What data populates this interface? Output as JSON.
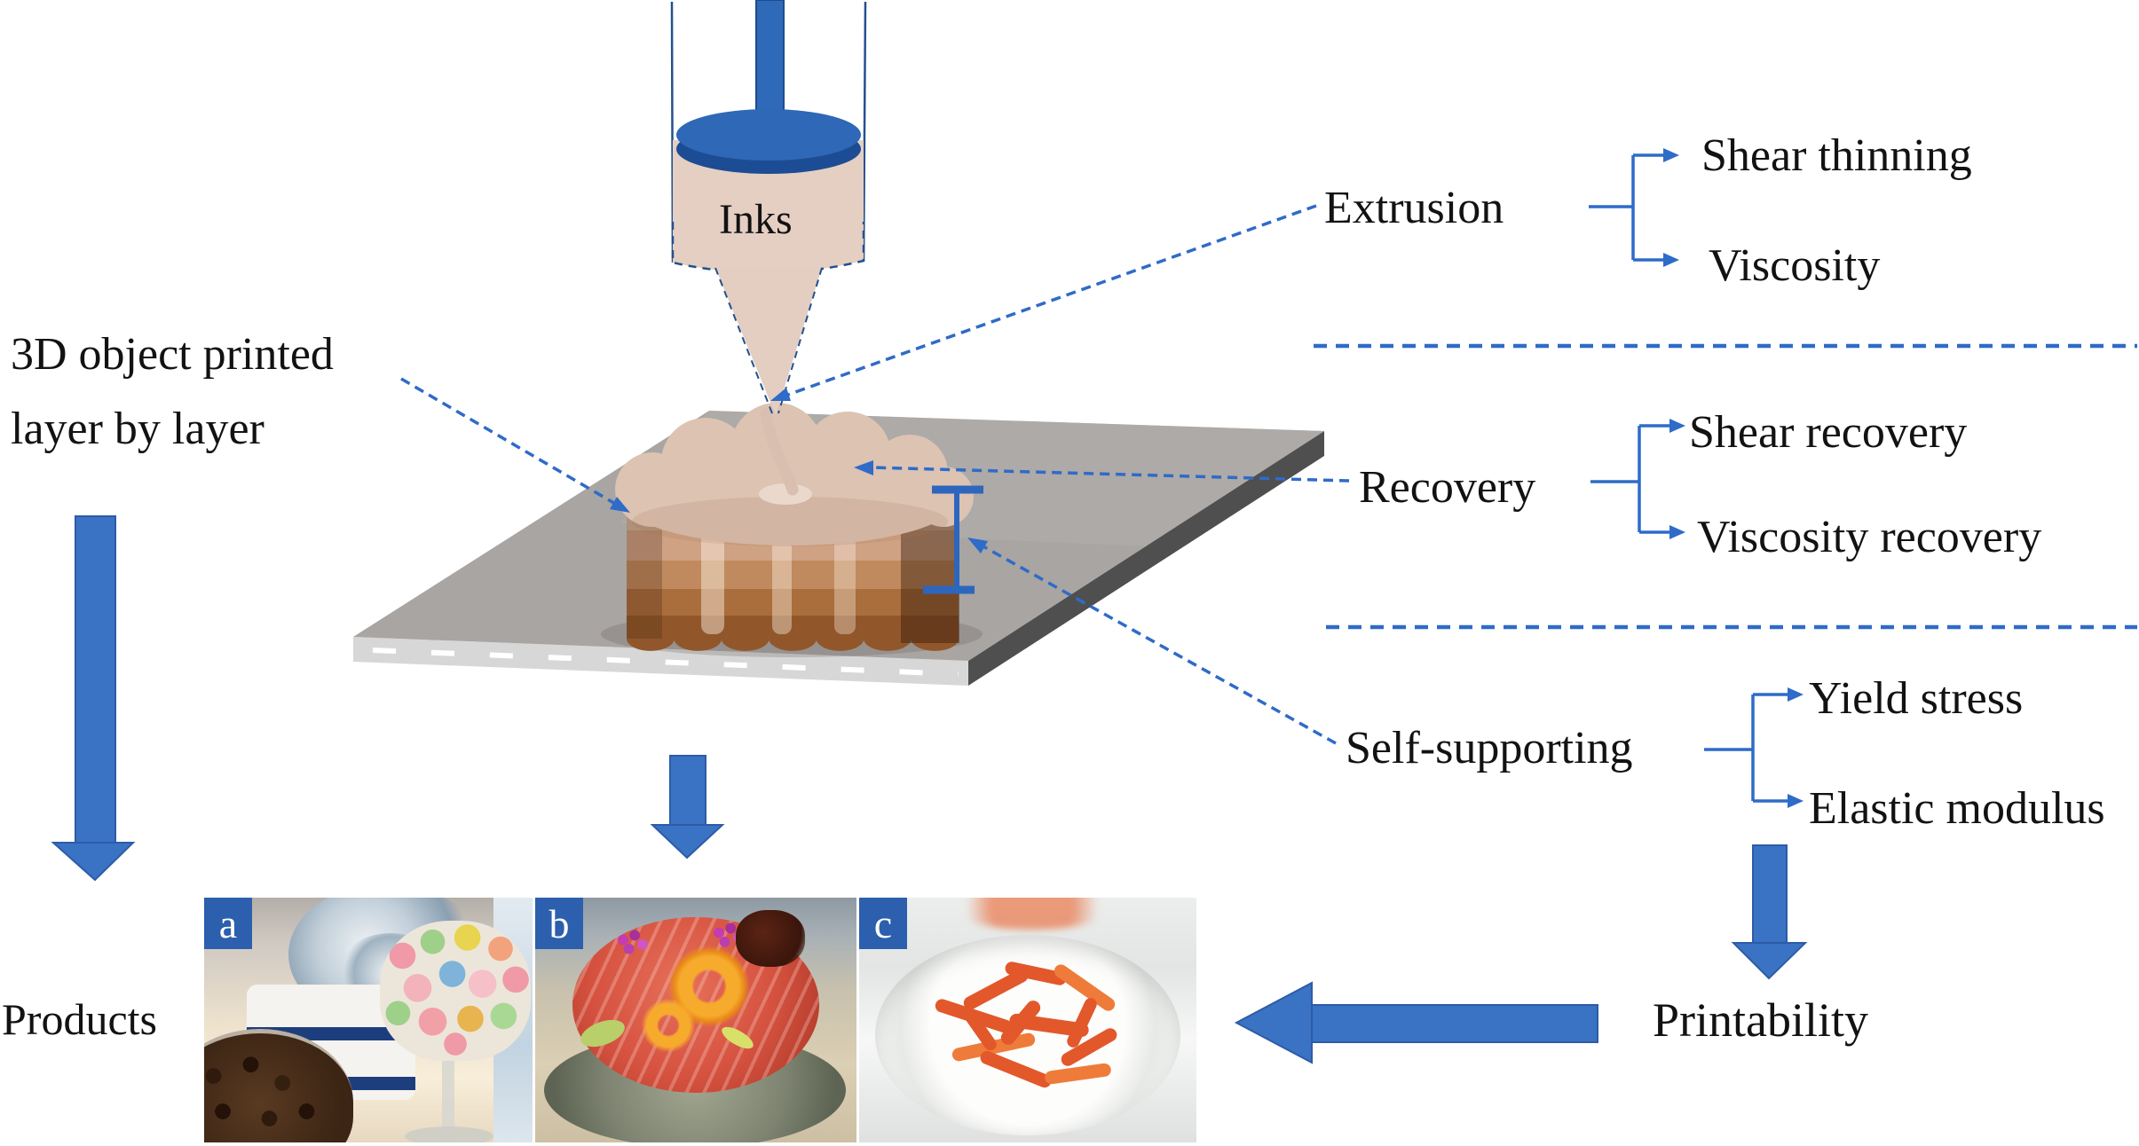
{
  "figure": {
    "object_caption": {
      "line1": "3D object printed",
      "line2": "layer by layer"
    },
    "inks_label": "Inks",
    "products_label": "Products",
    "printability_label": "Printability"
  },
  "branches": [
    {
      "label": "Extrusion",
      "items": [
        "Shear thinning",
        "Viscosity"
      ]
    },
    {
      "label": "Recovery",
      "items": [
        "Shear recovery",
        "Viscosity recovery"
      ]
    },
    {
      "label": "Self-supporting",
      "items": [
        "Yield stress",
        "Elastic modulus"
      ]
    }
  ],
  "products": [
    {
      "tag": "a",
      "alt": "3D printed colorful lattice confections in a glass beside a cake"
    },
    {
      "tag": "b",
      "alt": "Meat round topped with 3D printed puree swirls and flower garnish"
    },
    {
      "tag": "c",
      "alt": "3D printed coral-shaped orange snack on a white plate"
    }
  ],
  "colors": {
    "accent_blue": "#2f6bc8",
    "arrow_blue": "#3a72c4",
    "tag_blue": "#2c5fad"
  }
}
